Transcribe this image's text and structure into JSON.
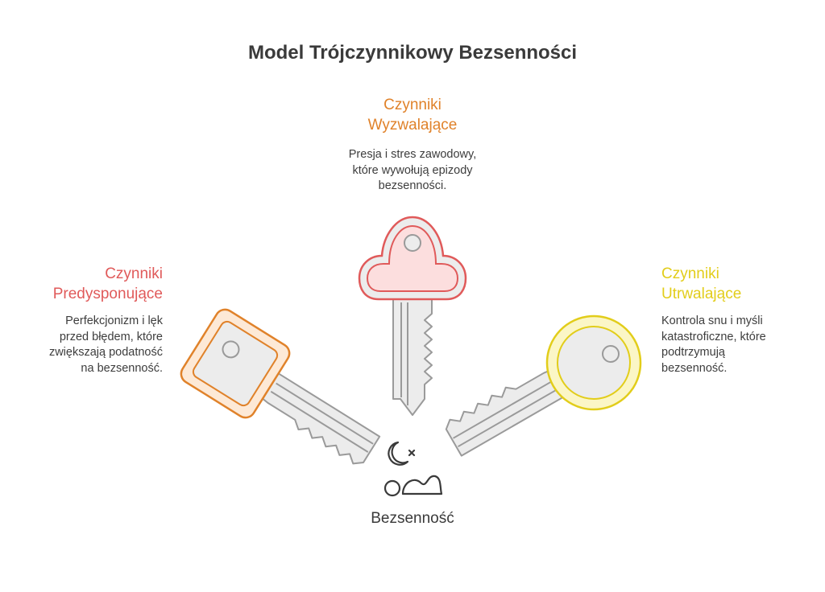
{
  "title": "Model Trójczynnikowy Bezsenności",
  "colors": {
    "predisposing": "#e05a5a",
    "precipitating": "#e0822a",
    "perpetuating": "#e2cd1a",
    "key_gray_fill": "#ececec",
    "key_gray_stroke": "#9a9a9a",
    "text": "#3d3d3d"
  },
  "factors": {
    "precipitating": {
      "heading_lines": [
        "Czynniki",
        "Wyzwalające"
      ],
      "description_lines": [
        "Presja i stres zawodowy,",
        "które wywołują epizody",
        "bezsenności."
      ]
    },
    "predisposing": {
      "heading_lines": [
        "Czynniki",
        "Predysponujące"
      ],
      "description_lines": [
        "Perfekcjonizm i lęk",
        "przed błędem, które",
        "zwiększają podatność",
        "na bezsenność."
      ]
    },
    "perpetuating": {
      "heading_lines": [
        "Czynniki",
        "Utrwalające"
      ],
      "description_lines": [
        "Kontrola snu i myśli",
        "katastroficzne, które",
        "podtrzymują",
        "bezsenność."
      ]
    }
  },
  "center": {
    "label": "Bezsenność",
    "icon": "moon-x-sleeper-icon"
  },
  "icons": {
    "top_key": "cloud-key-icon",
    "left_key": "square-key-icon",
    "right_key": "round-key-icon"
  }
}
